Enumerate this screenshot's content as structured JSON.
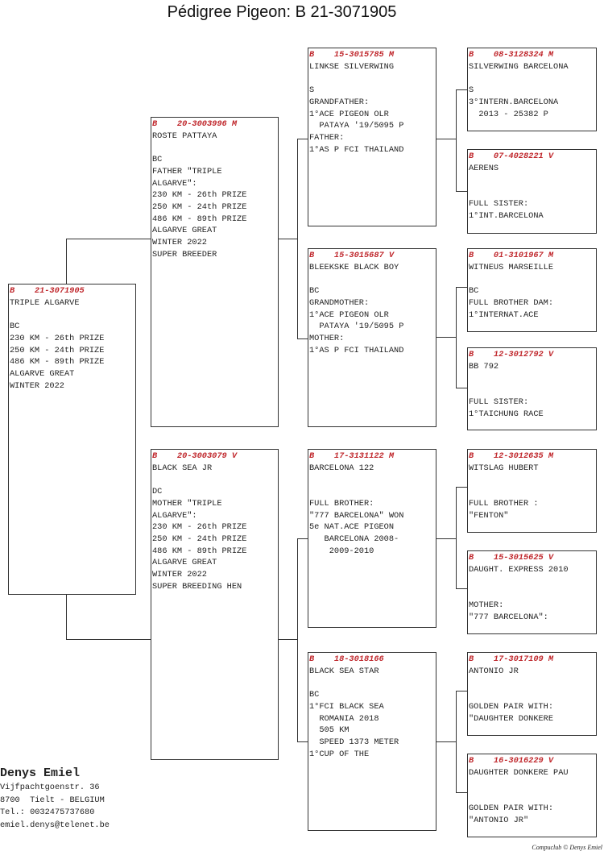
{
  "title": "Pédigree Pigeon: B   21-3071905",
  "pigeons": {
    "subject": {
      "ring": "B    21-3071905",
      "name": "TRIPLE ALGARVE",
      "notes": [
        "",
        "BC",
        "230 KM - 26th PRIZE",
        "250 KM - 24th PRIZE",
        "486 KM - 89th PRIZE",
        "ALGARVE GREAT",
        "WINTER 2022"
      ]
    },
    "sire": {
      "ring": "B    20-3003996 M",
      "name": "ROSTE PATTAYA",
      "notes": [
        "",
        "BC",
        "FATHER \"TRIPLE",
        "ALGARVE\":",
        "230 KM - 26th PRIZE",
        "250 KM - 24th PRIZE",
        "486 KM - 89th PRIZE",
        "ALGARVE GREAT",
        "WINTER 2022",
        "SUPER BREEDER"
      ]
    },
    "dam": {
      "ring": "B    20-3003079 V",
      "name": "BLACK SEA JR",
      "notes": [
        "",
        "DC",
        "MOTHER \"TRIPLE",
        "ALGARVE\":",
        "230 KM - 26th PRIZE",
        "250 KM - 24th PRIZE",
        "486 KM - 89th PRIZE",
        "ALGARVE GREAT",
        "WINTER 2022",
        "SUPER BREEDING HEN"
      ]
    },
    "ss": {
      "ring": "B    15-3015785 M",
      "name": "LINKSE SILVERWING",
      "notes": [
        "",
        "S",
        "GRANDFATHER:",
        "1°ACE PIGEON OLR",
        "  PATAYA '19/5095 P",
        "FATHER:",
        "1°AS P FCI THAILAND"
      ]
    },
    "sd": {
      "ring": "B    15-3015687 V",
      "name": "BLEEKSKE BLACK BOY",
      "notes": [
        "",
        "BC",
        "GRANDMOTHER:",
        "1°ACE PIGEON OLR",
        "  PATAYA '19/5095 P",
        "MOTHER:",
        "1°AS P FCI THAILAND"
      ]
    },
    "ds": {
      "ring": "B    17-3131122 M",
      "name": "BARCELONA 122",
      "notes": [
        "",
        "",
        "FULL BROTHER:",
        "\"777 BARCELONA\" WON",
        "5e NAT.ACE PIGEON",
        "   BARCELONA 2008-",
        "    2009-2010"
      ]
    },
    "dd": {
      "ring": "B    18-3018166",
      "name": "BLACK SEA STAR",
      "notes": [
        "",
        "BC",
        "1°FCI BLACK SEA",
        "  ROMANIA 2018",
        "  505 KM",
        "  SPEED 1373 METER",
        "1°CUP OF THE"
      ]
    },
    "sss": {
      "ring": "B    08-3128324 M",
      "name": "SILVERWING BARCELONA",
      "notes": [
        "",
        "S",
        "3°INTERN.BARCELONA",
        "  2013 - 25382 P"
      ]
    },
    "ssd": {
      "ring": "B    07-4028221 V",
      "name": "AERENS",
      "notes": [
        "",
        "",
        "FULL SISTER:",
        "1°INT.BARCELONA"
      ]
    },
    "sds": {
      "ring": "B    01-3101967 M",
      "name": "WITNEUS MARSEILLE",
      "notes": [
        "",
        "BC",
        "FULL BROTHER DAM:",
        "1°INTERNAT.ACE"
      ]
    },
    "sdd": {
      "ring": "B    12-3012792 V",
      "name": "BB 792",
      "notes": [
        "",
        "",
        "FULL SISTER:",
        "1°TAICHUNG RACE"
      ]
    },
    "dss": {
      "ring": "B    12-3012635 M",
      "name": "WITSLAG HUBERT",
      "notes": [
        "",
        "",
        "FULL BROTHER :",
        "\"FENTON\""
      ]
    },
    "dsd": {
      "ring": "B    15-3015625 V",
      "name": "DAUGHT. EXPRESS 2010",
      "notes": [
        "",
        "",
        "MOTHER:",
        "\"777 BARCELONA\":"
      ]
    },
    "dds": {
      "ring": "B    17-3017109 M",
      "name": "ANTONIO JR",
      "notes": [
        "",
        "",
        "GOLDEN PAIR WITH:",
        "\"DAUGHTER DONKERE"
      ]
    },
    "ddd": {
      "ring": "B    16-3016229 V",
      "name": "DAUGHTER DONKERE PAU",
      "notes": [
        "",
        "",
        "GOLDEN PAIR WITH:",
        "\"ANTONIO JR\""
      ]
    }
  },
  "owner": {
    "name": "Denys Emiel",
    "address": "Vijfpachtgoenstr. 36",
    "city": "8700  Tielt - BELGIUM",
    "tel": "Tel.: 0032475737680",
    "email": "emiel.denys@telenet.be"
  },
  "credit": "Compuclub © Denys Emiel",
  "colors": {
    "ring": "#c0282d"
  }
}
